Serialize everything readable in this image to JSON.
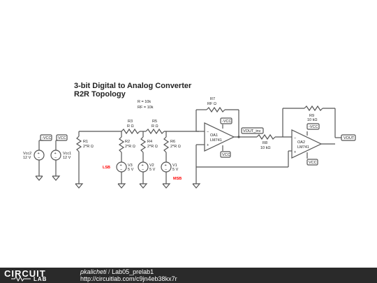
{
  "title": {
    "line1": "3-bit Digital to Analog Converter",
    "line2": "R2R Topology",
    "param_r": "R = 10k",
    "param_rf": "RF = 10k"
  },
  "supplies": {
    "vcc2": {
      "name": "Vcc2",
      "value": "12 V",
      "terminal": "-VCC"
    },
    "vcc1": {
      "name": "Vcc1",
      "value": "12 V",
      "terminal": "VCC"
    }
  },
  "resistors": {
    "r1": {
      "name": "R1",
      "value": "2*R Ω"
    },
    "r2": {
      "name": "R2",
      "value": "2*R Ω"
    },
    "r3": {
      "name": "R3",
      "value": "R Ω"
    },
    "r4": {
      "name": "R4",
      "value": "2*R Ω"
    },
    "r5": {
      "name": "R5",
      "value": "R Ω"
    },
    "r6": {
      "name": "R6",
      "value": "2*R Ω"
    },
    "r7": {
      "name": "R7",
      "value": "RF Ω"
    },
    "r8": {
      "name": "R8",
      "value": "10 kΩ"
    },
    "r9": {
      "name": "R9",
      "value": "10 kΩ"
    }
  },
  "sources": {
    "v3": {
      "name": "V3",
      "value": "5 V"
    },
    "v2": {
      "name": "V2",
      "value": "5 V"
    },
    "v1": {
      "name": "V1",
      "value": "5 V"
    }
  },
  "bit_labels": {
    "lsb": "LSB",
    "msb": "MSB"
  },
  "opamps": {
    "oa1": {
      "name": "OA1",
      "model": "LM741",
      "neg_supply": "-VCC",
      "pos_supply": "VCC"
    },
    "oa2": {
      "name": "OA2",
      "model": "LM741",
      "neg_supply": "-VCC",
      "pos_supply": "VCC"
    }
  },
  "nets": {
    "vout_inv": "VOUT_inv",
    "vout": "VOUT"
  },
  "footer": {
    "logo_top": "CIRCUIT",
    "logo_bottom": "LAB",
    "user": "pkalicheti",
    "separator": "/",
    "project": "Lab05_prelab1",
    "url": "http://circuitlab.com/c9jn4eb38kx7r"
  },
  "colors": {
    "wire": "#555555",
    "label_red": "#ff0000",
    "footer_bg": "#2a2a2a",
    "text": "#222222"
  }
}
